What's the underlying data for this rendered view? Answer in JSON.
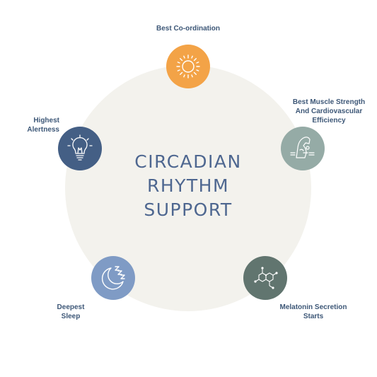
{
  "title_lines": [
    "CIRCADIAN",
    "RHYTHM",
    "SUPPORT"
  ],
  "colors": {
    "glow": "#f9a940",
    "circle": "#f3f2ed",
    "orange": "#f3a347",
    "navy": "#445f85",
    "sage": "#95aba6",
    "slate": "#61756f",
    "periwinkle": "#7f9bc5",
    "text": "#3d5777"
  },
  "nodes": [
    {
      "icon": "sun-icon",
      "label_lines": [
        "Best Co-ordination"
      ]
    },
    {
      "icon": "muscle-arm-icon",
      "label_lines": [
        "Best Muscle Strength",
        "And Cardiovascular",
        "Efficiency"
      ]
    },
    {
      "icon": "molecule-icon",
      "label_lines": [
        "Melatonin Secretion",
        "Starts"
      ]
    },
    {
      "icon": "moon-sleep-icon",
      "label_lines": [
        "Deepest",
        "Sleep"
      ]
    },
    {
      "icon": "lightbulb-icon",
      "label_lines": [
        "Highest",
        "Alertness"
      ]
    }
  ]
}
